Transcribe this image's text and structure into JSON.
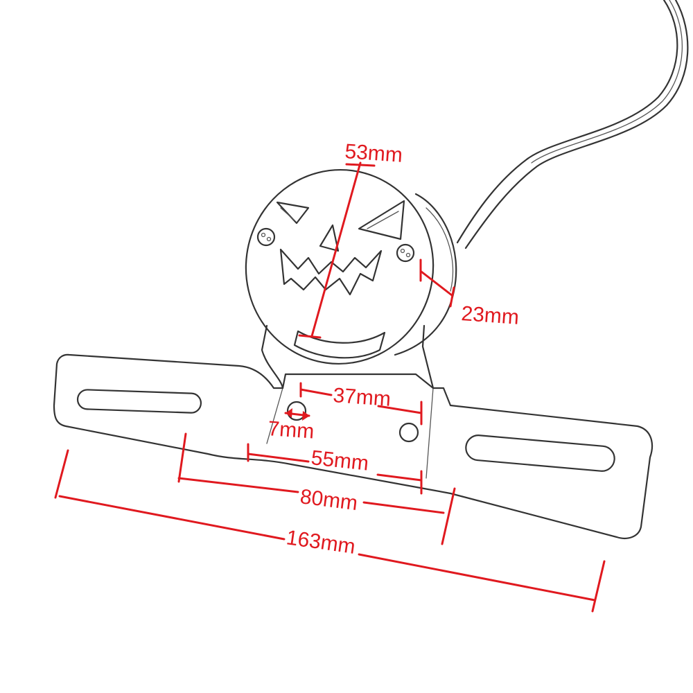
{
  "dimensions": {
    "lamp_height": "53mm",
    "lamp_depth": "23mm",
    "hole_spacing": "37mm",
    "hole_diameter": "7mm",
    "base_width": "55mm",
    "inner_span": "80mm",
    "overall_width": "163mm"
  },
  "colors": {
    "dimension": "#e0191f",
    "outline": "#333333",
    "background": "#ffffff"
  }
}
